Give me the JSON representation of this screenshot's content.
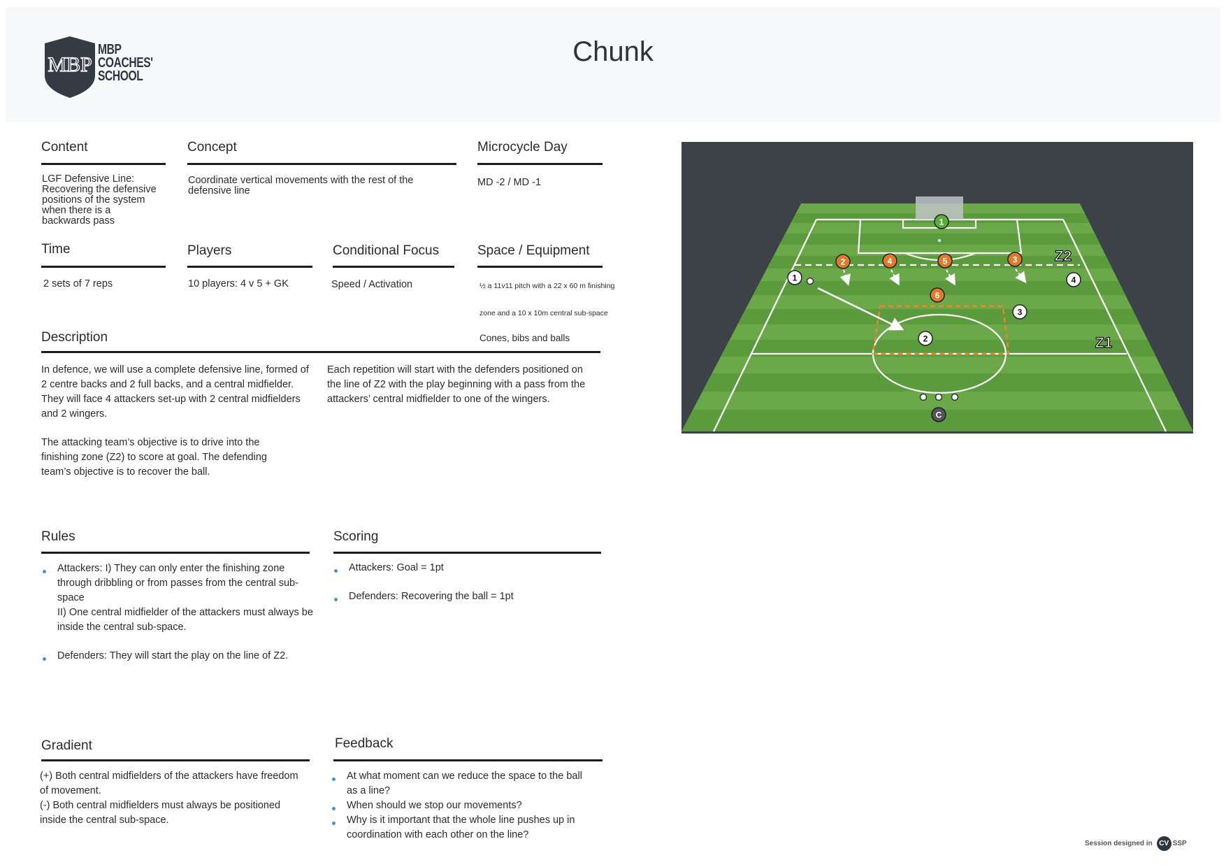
{
  "header": {
    "title": "Chunk",
    "logo": {
      "monogram": "MBP",
      "lines": [
        "MBP",
        "COACHES'",
        "SCHOOL"
      ]
    }
  },
  "sections": {
    "content": {
      "heading": "Content",
      "lines": [
        "LGF Defensive Line:",
        "Recovering the defensive",
        "positions of the system",
        "when there is a",
        "backwards pass"
      ]
    },
    "concept": {
      "heading": "Concept",
      "lines": [
        "Coordinate vertical movements with the rest of the",
        "defensive line"
      ]
    },
    "microcycle": {
      "heading": "Microcycle Day",
      "value": "MD -2 / MD -1"
    },
    "time": {
      "heading": "Time",
      "value": "2 sets of 7 reps"
    },
    "players": {
      "heading": "Players",
      "value": "10 players: 4 v 5 + GK"
    },
    "conditional_focus": {
      "heading": "Conditional Focus",
      "value": "Speed / Activation"
    },
    "space_equipment": {
      "heading": "Space / Equipment",
      "space_line1": "½ a 11v11 pitch with a 22 x 60 m finishing",
      "space_line2": "zone and a 10 x 10m central sub-space",
      "equipment": "Cones, bibs and balls"
    },
    "description": {
      "heading": "Description",
      "col1_p1": "In defence, we will use a complete defensive line, formed of 2 centre backs and 2 full backs, and a central midfielder. They will face 4 attackers set-up with 2 central midfielders and 2 wingers.",
      "col1_p2": "The attacking team’s objective is to drive into the finishing zone (Z2) to score at goal. The defending team’s objective is to recover the ball.",
      "col2_p1": "Each repetition will start with the defenders positioned on the line of Z2 with the play beginning with a pass from the attackers’ central midfielder to one of the wingers."
    },
    "rules": {
      "heading": "Rules",
      "items": [
        {
          "line1": "Attackers: I) They can only enter the finishing zone through dribbling or from passes from the central sub-space",
          "line2": "II) One central midfielder of the attackers must always be inside the central sub-space."
        },
        {
          "line1": "Defenders: They will start the play on the line of Z2."
        }
      ]
    },
    "scoring": {
      "heading": "Scoring",
      "items": [
        "Attackers: Goal = 1pt",
        "Defenders: Recovering the ball = 1pt"
      ]
    },
    "gradient": {
      "heading": "Gradient",
      "lines": [
        "(+) Both central midfielders of the attackers have freedom of movement.",
        "(-) Both central midfielders must always be positioned inside the central sub-space."
      ]
    },
    "feedback": {
      "heading": "Feedback",
      "items": [
        "At what moment can we reduce the space to the ball as a line?",
        "When should we stop our movements?",
        "Why is it important that the whole line pushes up in coordination with each other on the line?"
      ]
    }
  },
  "diagram": {
    "zone_labels": [
      "Z2",
      "Z1"
    ],
    "goalkeeper": "1",
    "defenders": [
      "2",
      "4",
      "5",
      "3",
      "6"
    ],
    "attackers": [
      "1",
      "4",
      "3",
      "2"
    ],
    "coach": "C",
    "colors": {
      "background": "#3d4148",
      "grass_light": "#6aa84a",
      "grass_dark": "#5c9a3e",
      "defender": "#e07a2a",
      "goalkeeper": "#5aad3a",
      "zone_box": "#e8892c"
    }
  },
  "footer": {
    "text": "Session designed in",
    "brand_icon": "CV",
    "brand": "SSP"
  }
}
